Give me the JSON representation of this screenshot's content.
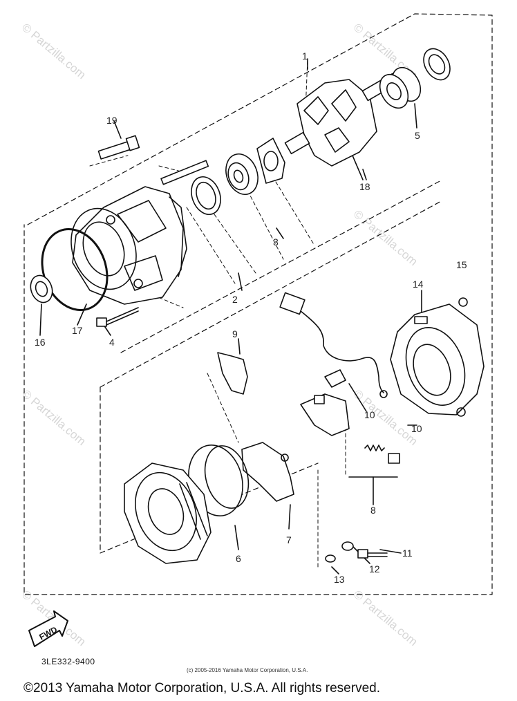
{
  "labels": {
    "p1": "1",
    "p2": "2",
    "p3": "3",
    "p4": "4",
    "p5": "5",
    "p6": "6",
    "p7": "7",
    "p8": "8",
    "p9": "9",
    "p10a": "10",
    "p10b": "10",
    "p11": "11",
    "p12": "12",
    "p13": "13",
    "p14": "14",
    "p15": "15",
    "p16": "16",
    "p17": "17",
    "p18": "18",
    "p19": "19"
  },
  "watermark": "© Partzilla.com",
  "fwd_label": "FWD",
  "diagram_code": "3LE332-9400",
  "small_copyright": "(c) 2005-2016 Yamaha Motor Corporation, U.S.A.",
  "footer_copyright": "©2013 Yamaha Motor Corporation, U.S.A. All rights reserved."
}
